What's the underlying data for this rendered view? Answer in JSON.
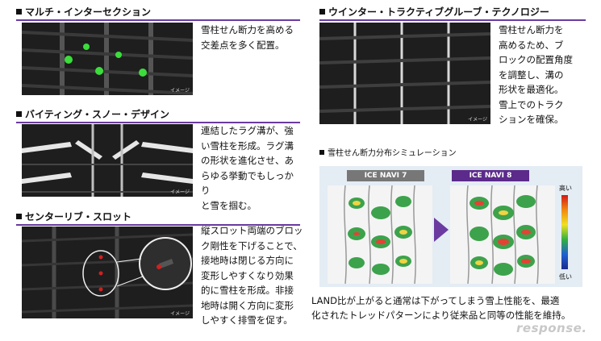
{
  "sections": {
    "multi": {
      "title": "マルチ・インターセクション",
      "desc": "雪柱せん断力を高める\n交差点を多く配置。",
      "image_label": "イメージ"
    },
    "biting": {
      "title": "バイティング・スノー・デザイン",
      "desc": "連結したラグ溝が、強\nい雪柱を形成。ラグ溝\nの形状を進化させ、あ\nらゆる挙動でもしっかり\nと雪を掴む。",
      "image_label": "イメージ"
    },
    "center": {
      "title": "センターリブ・スロット",
      "desc": "縦スロット両端のブロッ\nク剛性を下げることで、\n接地時は閉じる方向に\n変形しやすくなり効果\n的に雪柱を形成。非接\n地時は開く方向に変形\nしやすく排雪を促す。",
      "image_label": "イメージ"
    },
    "winter": {
      "title": "ウインター・トラクティブグルーブ・テクノロジー",
      "desc": "雪柱せん断力を\n高めるため、ブ\nロックの配置角度\nを調整し、溝の\n形状を最適化。\n雪上でのトラク\nションを確保。",
      "image_label": "イメージ"
    }
  },
  "simulation": {
    "title": "雪柱せん断力分布シミュレーション",
    "old_label": "ICE NAVI 7",
    "new_label": "ICE NAVI 8",
    "scale_high": "高い",
    "scale_low": "低い"
  },
  "bottom_text": "LAND比が上がると通常は下がってしまう雪上性能を、最適\n化されたトレッドパターンにより従来品と同等の性能を維持。",
  "watermark": "response.",
  "colors": {
    "accent_rule": "#6a3aa0",
    "new_tag": "#5b2a8a",
    "old_tag": "#777777",
    "arrow": "#6a3aa0",
    "highlight_green": "#3cdc3c"
  }
}
